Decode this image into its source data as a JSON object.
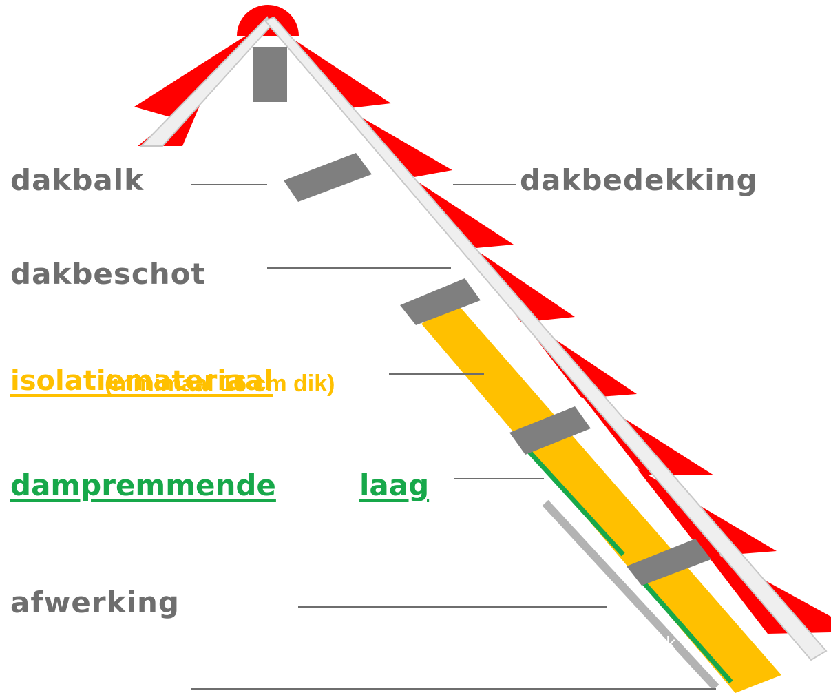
{
  "labels": {
    "dakbalk": "dakbalk",
    "dakbedekking": "dakbedekking",
    "dakbeschot": "dakbeschot",
    "isolatiemateriaal": "isolatiemateriaal",
    "minimum_note": "(minimaal 16 cm dik)",
    "dampremmende": "dampremmende",
    "laag": "laag",
    "afwerking": "afwerking"
  },
  "watermark": "rk",
  "colors": {
    "roof_tiles": "#ff0000",
    "roof_board": "#efefef",
    "rafter": "#7f7f7f",
    "insulation": "#ffc000",
    "vapour_barrier": "#17a84a",
    "finishing": "#b3b3b3",
    "leader_lines": "#6e6e6e"
  }
}
